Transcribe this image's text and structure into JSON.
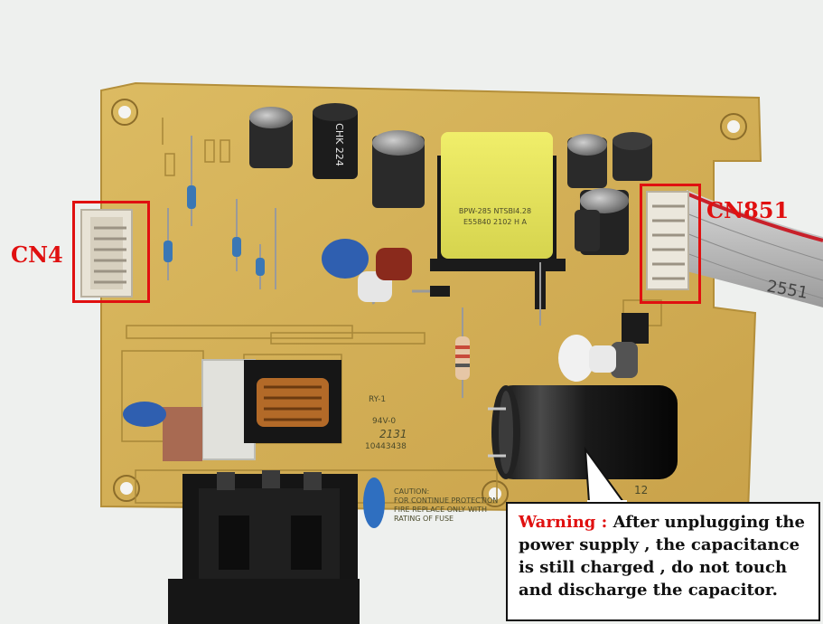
{
  "labels": {
    "cn4": "CN4",
    "cn851": "CN851"
  },
  "warning": {
    "lead": "Warning :",
    "text": " After unplugging the power supply , the capacitance is still charged , do not touch and discharge the capacitor."
  },
  "component_markings": {
    "transformer_line1": "BPW-285 NTSBI4.28",
    "transformer_line2": "E55840 2102 H A",
    "cap_chk": "CHK 224",
    "cable_number": "2551",
    "relay_line1": "RY-1",
    "relay_line2": "94V-0",
    "relay_date": "2131",
    "board_code": "10443438",
    "caution_title": "CAUTION:",
    "caution_line1": "FOR CONTINUE PROTECTION",
    "caution_line2": "FIRE REPLACE ONLY WITH",
    "caution_line3": "RATING OF FUSE",
    "board_corner": "12"
  },
  "colors": {
    "highlight": "#e01010",
    "pcb": "#d8b45a",
    "background": "#f2f3f2"
  }
}
